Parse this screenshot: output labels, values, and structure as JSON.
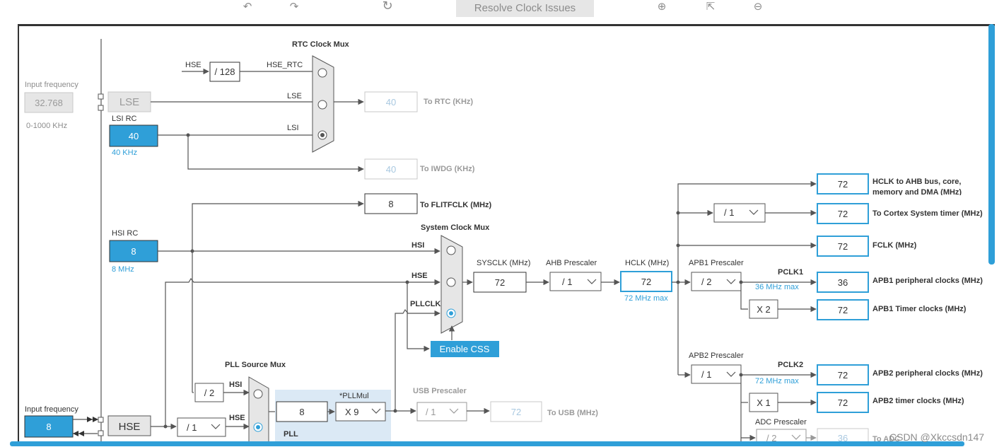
{
  "toolbar": {
    "undo_icon": "undo-icon",
    "redo_icon": "redo-icon",
    "refresh_icon": "refresh-icon",
    "resolve_label": "Resolve Clock Issues",
    "zoom_in_icon": "zoom-in-icon",
    "fit_icon": "fit-screen-icon",
    "zoom_out_icon": "zoom-out-icon"
  },
  "colors": {
    "accent": "#2f9fd8",
    "wire": "#555555",
    "disabled": "#9a9a9a"
  },
  "lse": {
    "input_frequency_label": "Input frequency",
    "input_frequency_value": "32.768",
    "range": "0-1000 KHz",
    "label": "LSE"
  },
  "lsi": {
    "title": "LSI RC",
    "value": "40",
    "unit": "40 KHz"
  },
  "rtc_mux": {
    "title": "RTC Clock Mux",
    "hse_label": "HSE",
    "div_label": "/ 128",
    "hse_rtc_label": "HSE_RTC",
    "lse_label": "LSE",
    "lsi_label": "LSI"
  },
  "to_rtc": {
    "value": "40",
    "label": "To RTC (KHz)"
  },
  "to_iwdg": {
    "value": "40",
    "label": "To IWDG (KHz)"
  },
  "to_flitfclk": {
    "value": "8",
    "label": "To FLITFCLK (MHz)"
  },
  "hsi": {
    "title": "HSI RC",
    "value": "8",
    "unit": "8 MHz"
  },
  "sysclk_mux": {
    "title": "System Clock Mux",
    "hsi_label": "HSI",
    "hse_label": "HSE",
    "pllclk_label": "PLLCLK"
  },
  "enable_css_label": "Enable CSS",
  "sysclk": {
    "label": "SYSCLK (MHz)",
    "value": "72"
  },
  "ahb_prescaler": {
    "label": "AHB Prescaler",
    "value": "/ 1"
  },
  "hclk": {
    "label": "HCLK (MHz)",
    "value": "72",
    "max": "72 MHz max"
  },
  "cortex_prescaler": {
    "value": "/ 1"
  },
  "outputs": {
    "hclk_ahb": {
      "value": "72",
      "label_line1": "HCLK to AHB bus, core,",
      "label_line2": "memory and DMA (MHz)"
    },
    "cortex_timer": {
      "value": "72",
      "label": "To Cortex System timer (MHz)"
    },
    "fclk": {
      "value": "72",
      "label": "FCLK (MHz)"
    },
    "apb1_periph": {
      "value": "36",
      "label": "APB1 peripheral clocks (MHz)"
    },
    "apb1_timer": {
      "value": "72",
      "label": "APB1 Timer clocks (MHz)"
    },
    "apb2_periph": {
      "value": "72",
      "label": "APB2 peripheral clocks (MHz)"
    },
    "apb2_timer": {
      "value": "72",
      "label": "APB2 timer clocks (MHz)"
    },
    "adc": {
      "value": "36",
      "label": "To ADC"
    }
  },
  "apb1": {
    "label": "APB1 Prescaler",
    "value": "/ 2",
    "pclk_label": "PCLK1",
    "max": "36 MHz max",
    "timer_mult": "X 2"
  },
  "apb2": {
    "label": "APB2 Prescaler",
    "value": "/ 1",
    "pclk_label": "PCLK2",
    "max": "72 MHz max",
    "timer_mult": "X 1"
  },
  "adc_prescaler": {
    "label": "ADC Prescaler",
    "value": "/ 2"
  },
  "pll_source_mux": {
    "title": "PLL Source Mux",
    "hsi_div": "/ 2",
    "hsi_label": "HSI",
    "hse_label": "HSE"
  },
  "pll": {
    "label": "PLL",
    "mul_label": "*PLLMul",
    "value": "8",
    "mul_value": "X 9"
  },
  "usb": {
    "prescaler_label": "USB Prescaler",
    "prescaler_value": "/ 1",
    "value": "72",
    "label": "To USB (MHz)"
  },
  "hse": {
    "input_frequency_label": "Input frequency",
    "value": "8",
    "label": "HSE",
    "div_value": "/ 1"
  },
  "watermark": "CSDN @Xkccsdn147"
}
